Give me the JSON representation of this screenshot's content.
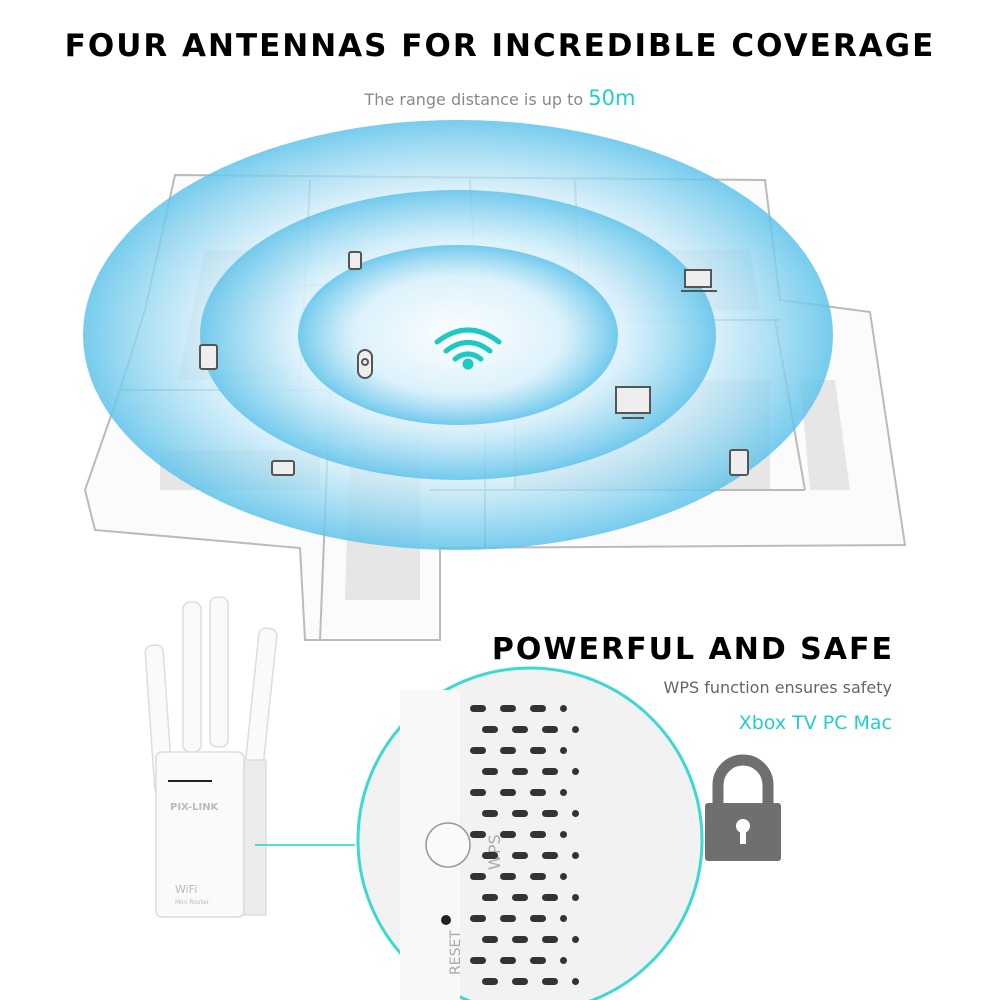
{
  "section1": {
    "title": "FOUR ANTENNAS FOR INCREDIBLE COVERAGE",
    "subtitle_prefix": "The range distance is up to",
    "subtitle_highlight": "50m"
  },
  "section2": {
    "title": "POWERFUL AND SAFE",
    "subtitle": "WPS function ensures safety",
    "devices": "Xbox TV PC Mac"
  },
  "product": {
    "brand": "PIX-LINK",
    "logo": "WiFi",
    "logo_sub": "Mini Router",
    "button_label": "WPS",
    "reset_label": "RESET"
  },
  "colors": {
    "accent": "#22cfc8",
    "signal": "#7fd0ec",
    "lock": "#6f6f6f"
  },
  "icons": [
    "wifi-icon",
    "phone-icon",
    "tablet-icon",
    "laptop-icon",
    "camera-icon",
    "tv-icon",
    "lock-icon"
  ]
}
